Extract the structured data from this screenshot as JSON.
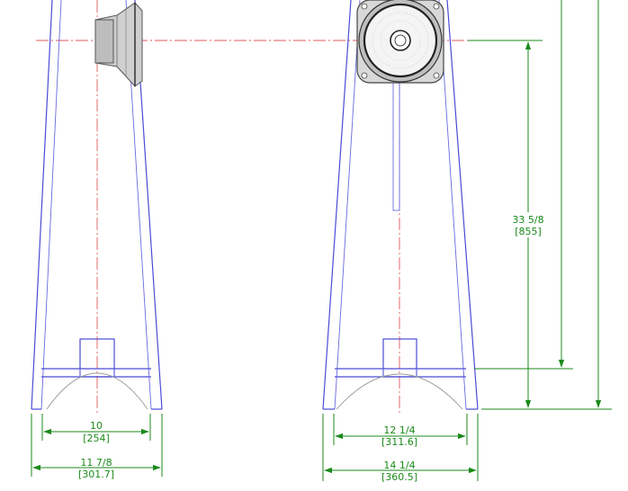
{
  "dimensions": {
    "side_inner": {
      "imperial": "10",
      "metric": "[254]"
    },
    "side_outer": {
      "imperial": "11 7/8",
      "metric": "[301.7]"
    },
    "front_inner": {
      "imperial": "12 1/4",
      "metric": "[311.6]"
    },
    "front_outer": {
      "imperial": "14 1/4",
      "metric": "[360.5]"
    },
    "height": {
      "imperial": "33 5/8",
      "metric": "[855]"
    }
  },
  "colors": {
    "outline": "#4b4bd6",
    "centerline": "#e05a5a",
    "dimension": "#1b8a1b",
    "base_arc": "#9a9a9a"
  }
}
